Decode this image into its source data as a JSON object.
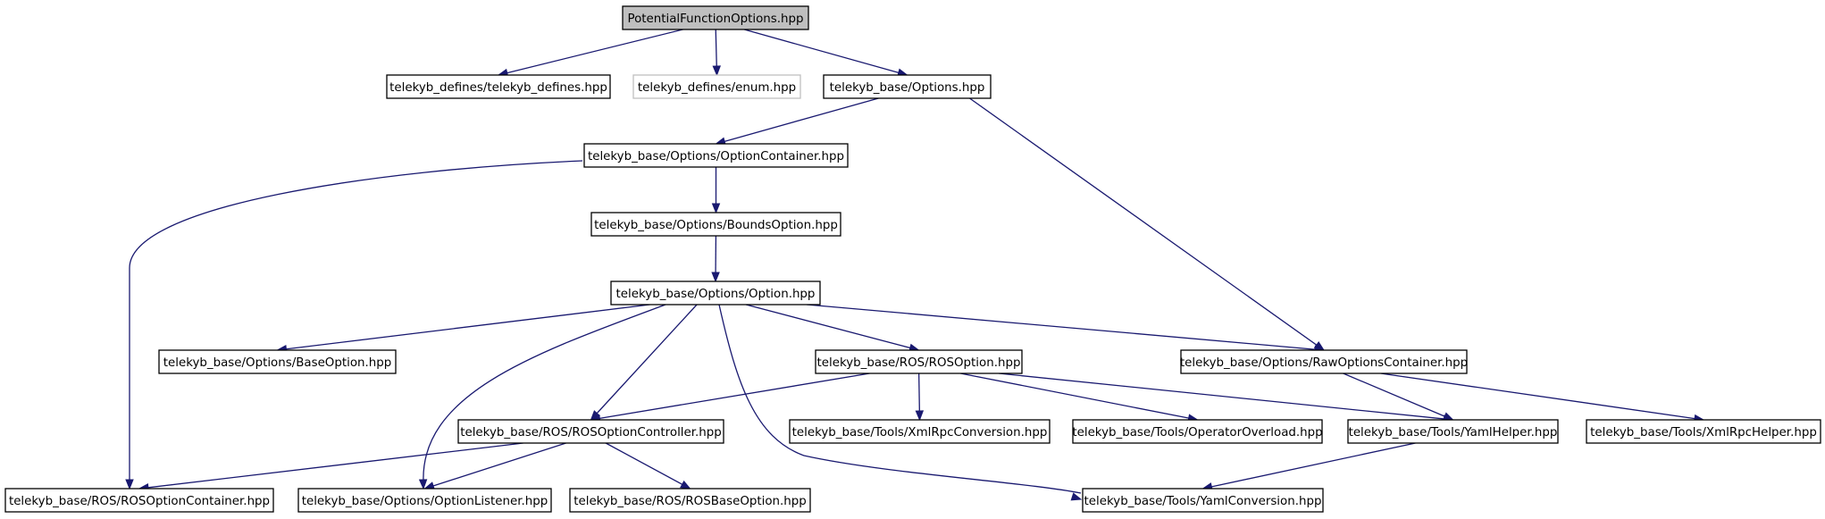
{
  "diagram": {
    "nodes": [
      {
        "id": "n0",
        "label": "PotentialFunctionOptions.hpp",
        "kind": "root"
      },
      {
        "id": "n1",
        "label": "telekyb_defines/telekyb_defines.hpp",
        "kind": "normal"
      },
      {
        "id": "n2",
        "label": "telekyb_defines/enum.hpp",
        "kind": "missing"
      },
      {
        "id": "n3",
        "label": "telekyb_base/Options.hpp",
        "kind": "normal"
      },
      {
        "id": "n4",
        "label": "telekyb_base/Options/OptionContainer.hpp",
        "kind": "normal"
      },
      {
        "id": "n5",
        "label": "telekyb_base/Options/BoundsOption.hpp",
        "kind": "normal"
      },
      {
        "id": "n6",
        "label": "telekyb_base/Options/Option.hpp",
        "kind": "normal"
      },
      {
        "id": "n7",
        "label": "telekyb_base/Options/BaseOption.hpp",
        "kind": "normal"
      },
      {
        "id": "n8",
        "label": "telekyb_base/ROS/ROSOption.hpp",
        "kind": "normal"
      },
      {
        "id": "n9",
        "label": "telekyb_base/Options/RawOptionsContainer.hpp",
        "kind": "normal"
      },
      {
        "id": "n10",
        "label": "telekyb_base/ROS/ROSOptionController.hpp",
        "kind": "normal"
      },
      {
        "id": "n11",
        "label": "telekyb_base/Tools/XmlRpcConversion.hpp",
        "kind": "normal"
      },
      {
        "id": "n12",
        "label": "telekyb_base/Tools/OperatorOverload.hpp",
        "kind": "normal"
      },
      {
        "id": "n13",
        "label": "telekyb_base/Tools/YamlHelper.hpp",
        "kind": "normal"
      },
      {
        "id": "n14",
        "label": "telekyb_base/Tools/XmlRpcHelper.hpp",
        "kind": "normal"
      },
      {
        "id": "n15",
        "label": "telekyb_base/ROS/ROSOptionContainer.hpp",
        "kind": "normal"
      },
      {
        "id": "n16",
        "label": "telekyb_base/Options/OptionListener.hpp",
        "kind": "normal"
      },
      {
        "id": "n17",
        "label": "telekyb_base/ROS/ROSBaseOption.hpp",
        "kind": "normal"
      },
      {
        "id": "n18",
        "label": "telekyb_base/Tools/YamlConversion.hpp",
        "kind": "normal"
      }
    ],
    "edges": [
      {
        "from": "n0",
        "to": "n1"
      },
      {
        "from": "n0",
        "to": "n2"
      },
      {
        "from": "n0",
        "to": "n3"
      },
      {
        "from": "n3",
        "to": "n4"
      },
      {
        "from": "n3",
        "to": "n9"
      },
      {
        "from": "n4",
        "to": "n5"
      },
      {
        "from": "n4",
        "to": "n15"
      },
      {
        "from": "n5",
        "to": "n6"
      },
      {
        "from": "n6",
        "to": "n7"
      },
      {
        "from": "n6",
        "to": "n8"
      },
      {
        "from": "n6",
        "to": "n9"
      },
      {
        "from": "n6",
        "to": "n10"
      },
      {
        "from": "n6",
        "to": "n16"
      },
      {
        "from": "n6",
        "to": "n18"
      },
      {
        "from": "n8",
        "to": "n10"
      },
      {
        "from": "n8",
        "to": "n11"
      },
      {
        "from": "n8",
        "to": "n12"
      },
      {
        "from": "n8",
        "to": "n13"
      },
      {
        "from": "n9",
        "to": "n13"
      },
      {
        "from": "n9",
        "to": "n14"
      },
      {
        "from": "n10",
        "to": "n15"
      },
      {
        "from": "n10",
        "to": "n16"
      },
      {
        "from": "n10",
        "to": "n17"
      },
      {
        "from": "n13",
        "to": "n18"
      }
    ]
  }
}
